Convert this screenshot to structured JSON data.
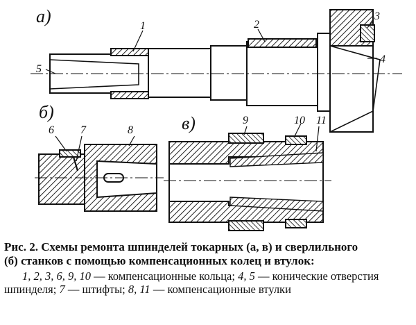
{
  "figure": {
    "panels": {
      "a": "а)",
      "b": "б)",
      "v": "в)"
    },
    "callouts": [
      "1",
      "2",
      "3",
      "4",
      "5",
      "6",
      "7",
      "8",
      "9",
      "10",
      "11"
    ]
  },
  "caption": {
    "title_line1": "Рис. 2. Схемы ремонта шпинделей токарных (а, в) и сверлильного",
    "title_line2": "(б) станков с помощью компенсационных колец и втулок:",
    "legend_items": [
      {
        "nums": "1, 2, 3, 6, 9, 10",
        "desc": "компенсационные кольца;"
      },
      {
        "nums": "4, 5",
        "desc": "коничеcкие отверстия шпинделя;"
      },
      {
        "nums": "7",
        "desc": "штифты;"
      },
      {
        "nums": "8, 11",
        "desc": "компенсационные втулки"
      }
    ],
    "dash": "—"
  }
}
